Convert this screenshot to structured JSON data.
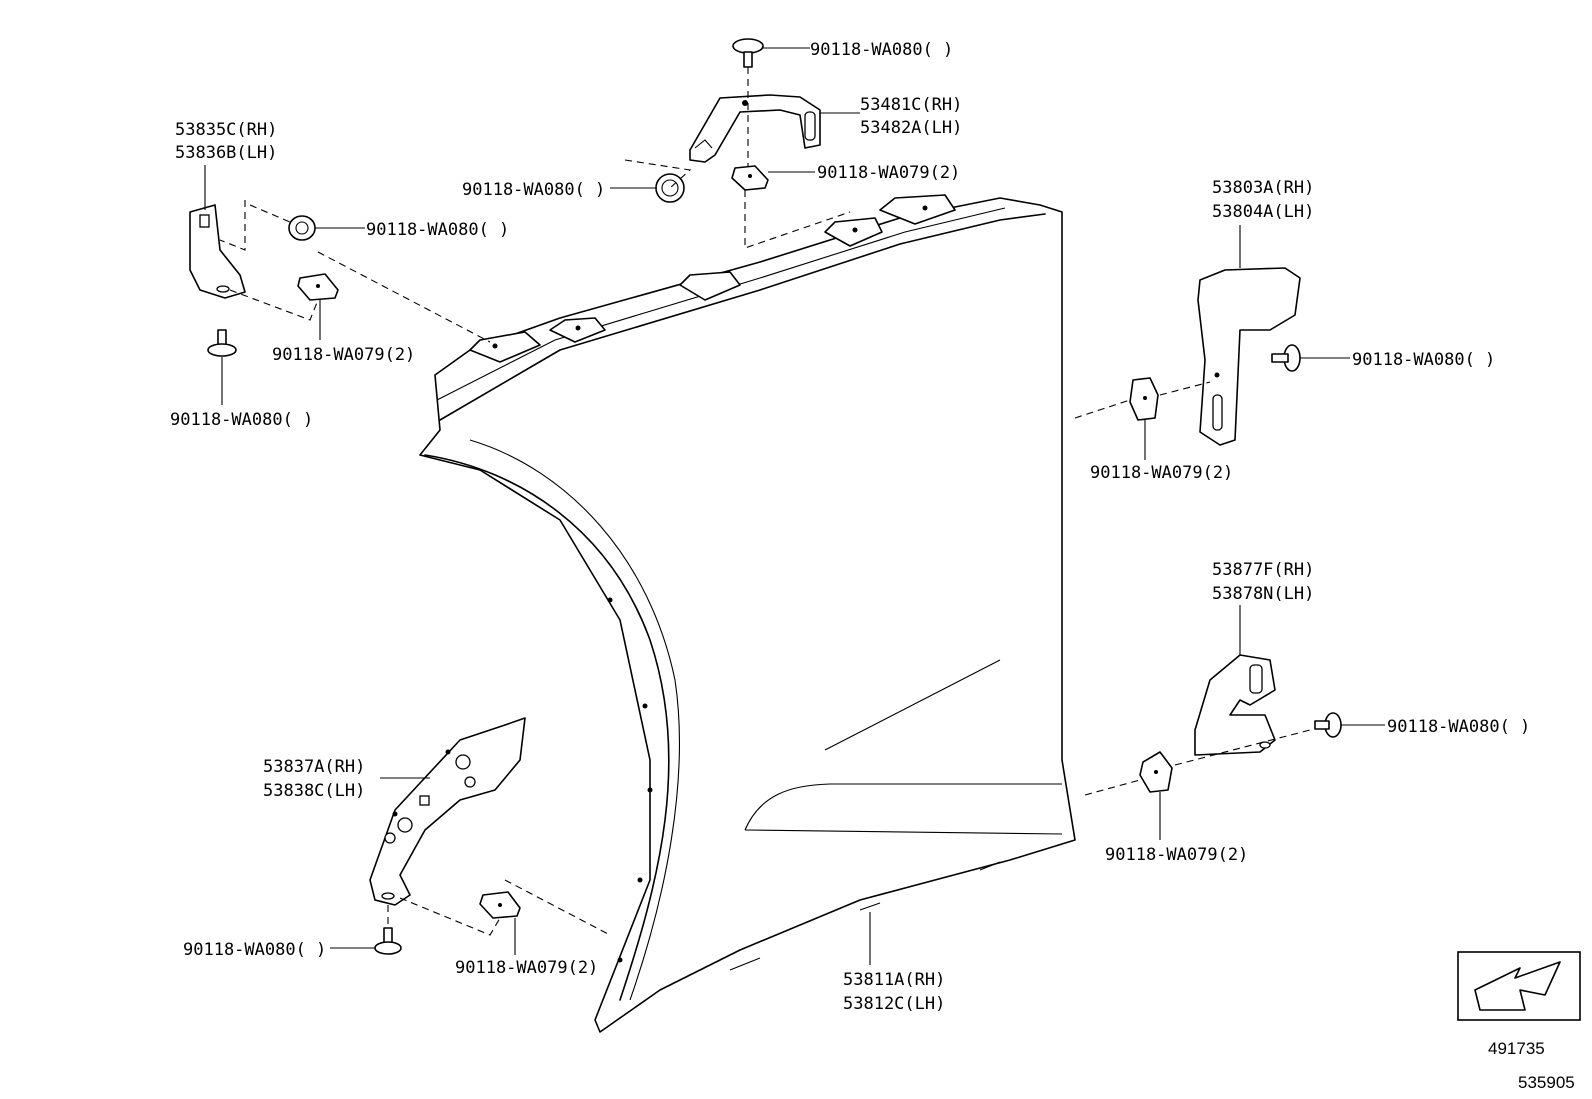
{
  "labels": {
    "bracket_top_upper": "53481C(RH)",
    "bracket_top_lower": "53482A(LH)",
    "bolt_top": "90118-WA080( )",
    "nut_top_center": "90118-WA080( )",
    "clip_top_center": "90118-WA079(2)",
    "bracket_left_upper": "53835C(RH)",
    "bracket_left_lower": "53836B(LH)",
    "bolt_left_nut": "90118-WA080( )",
    "clip_left": "90118-WA079(2)",
    "bolt_left_bottom": "90118-WA080( )",
    "bracket_right_upper": "53803A(RH)",
    "bracket_right_lower": "53804A(LH)",
    "bolt_right_upper": "90118-WA080( )",
    "clip_right_upper": "90118-WA079(2)",
    "bracket_rlow_upper": "53877F(RH)",
    "bracket_rlow_lower": "53878N(LH)",
    "bolt_right_lower": "90118-WA080( )",
    "clip_right_lower": "90118-WA079(2)",
    "bracket_front_upper": "53837A(RH)",
    "bracket_front_lower": "53838C(LH)",
    "bolt_front": "90118-WA080( )",
    "clip_front": "90118-WA079(2)",
    "fender_upper": "53811A(RH)",
    "fender_lower": "53812C(LH)",
    "ref_box_number": "491735",
    "diagram_number": "535905"
  }
}
